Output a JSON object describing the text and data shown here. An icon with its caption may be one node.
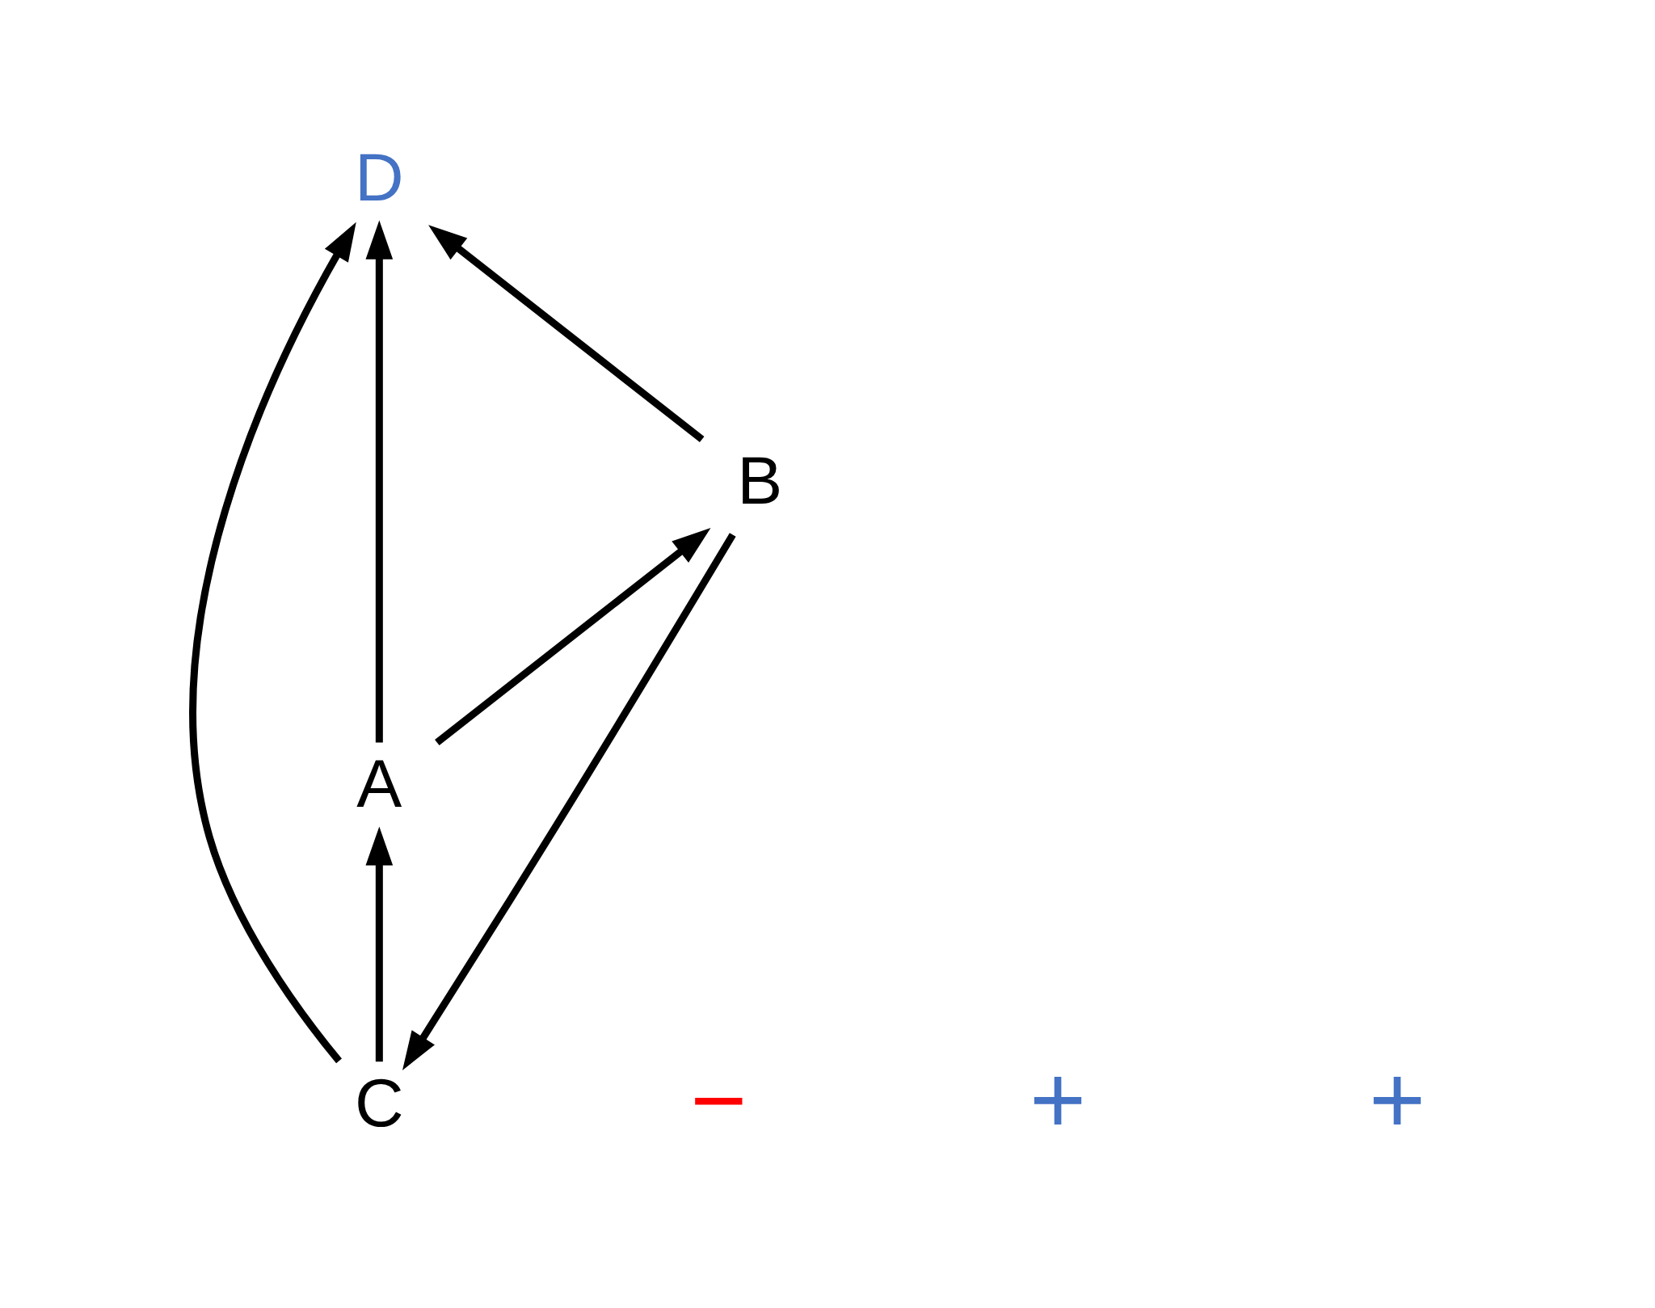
{
  "diagram": {
    "nodes": [
      {
        "text": [
          "C"
        ]
      },
      {
        "text": [
          "D"
        ]
      },
      {
        "text": [
          "B"
        ]
      },
      {
        "text": [
          "A"
        ]
      }
    ],
    "edges": [
      {
        "from": 3,
        "to": 2,
        "arrow": "to"
      },
      {
        "from": 2,
        "to": 0,
        "arrow": "to"
      },
      {
        "from": 0,
        "to": 1,
        "arrow": "to"
      },
      {
        "from": 3,
        "to": 1,
        "arrow": "to"
      },
      {
        "from": 2,
        "to": 1,
        "arrow": "to"
      },
      {
        "from": 0,
        "to": 3,
        "arrow": "to"
      }
    ],
    "labels": [
      "−",
      "+",
      "+"
    ]
  }
}
